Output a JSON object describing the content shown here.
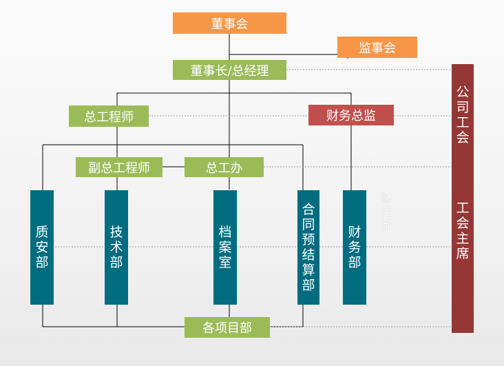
{
  "diagram": {
    "chairman_board": "董事会",
    "supervisory_board": "监事会",
    "chairman_gm": "董事长/总经理",
    "chief_engineer": "总工程师",
    "finance_director": "财务总监",
    "deputy_chief_engineer": "副总工程师",
    "chief_office": "总工办",
    "departments": {
      "quality_safety": "质安部",
      "technology": "技术部",
      "archives": "档案室",
      "contract_budget": "合同预结算部",
      "finance": "财务部"
    },
    "finance_ghost": "财务部",
    "project_departments": "各项目部",
    "union": "公司工会",
    "union_chair": "工会主席"
  },
  "colors": {
    "orange": "#f79646",
    "green": "#9bbb59",
    "red": "#c0504d",
    "teal": "#006c80",
    "maroon": "#953735",
    "line": "#000000",
    "dashed_line": "#9a9a9a"
  }
}
